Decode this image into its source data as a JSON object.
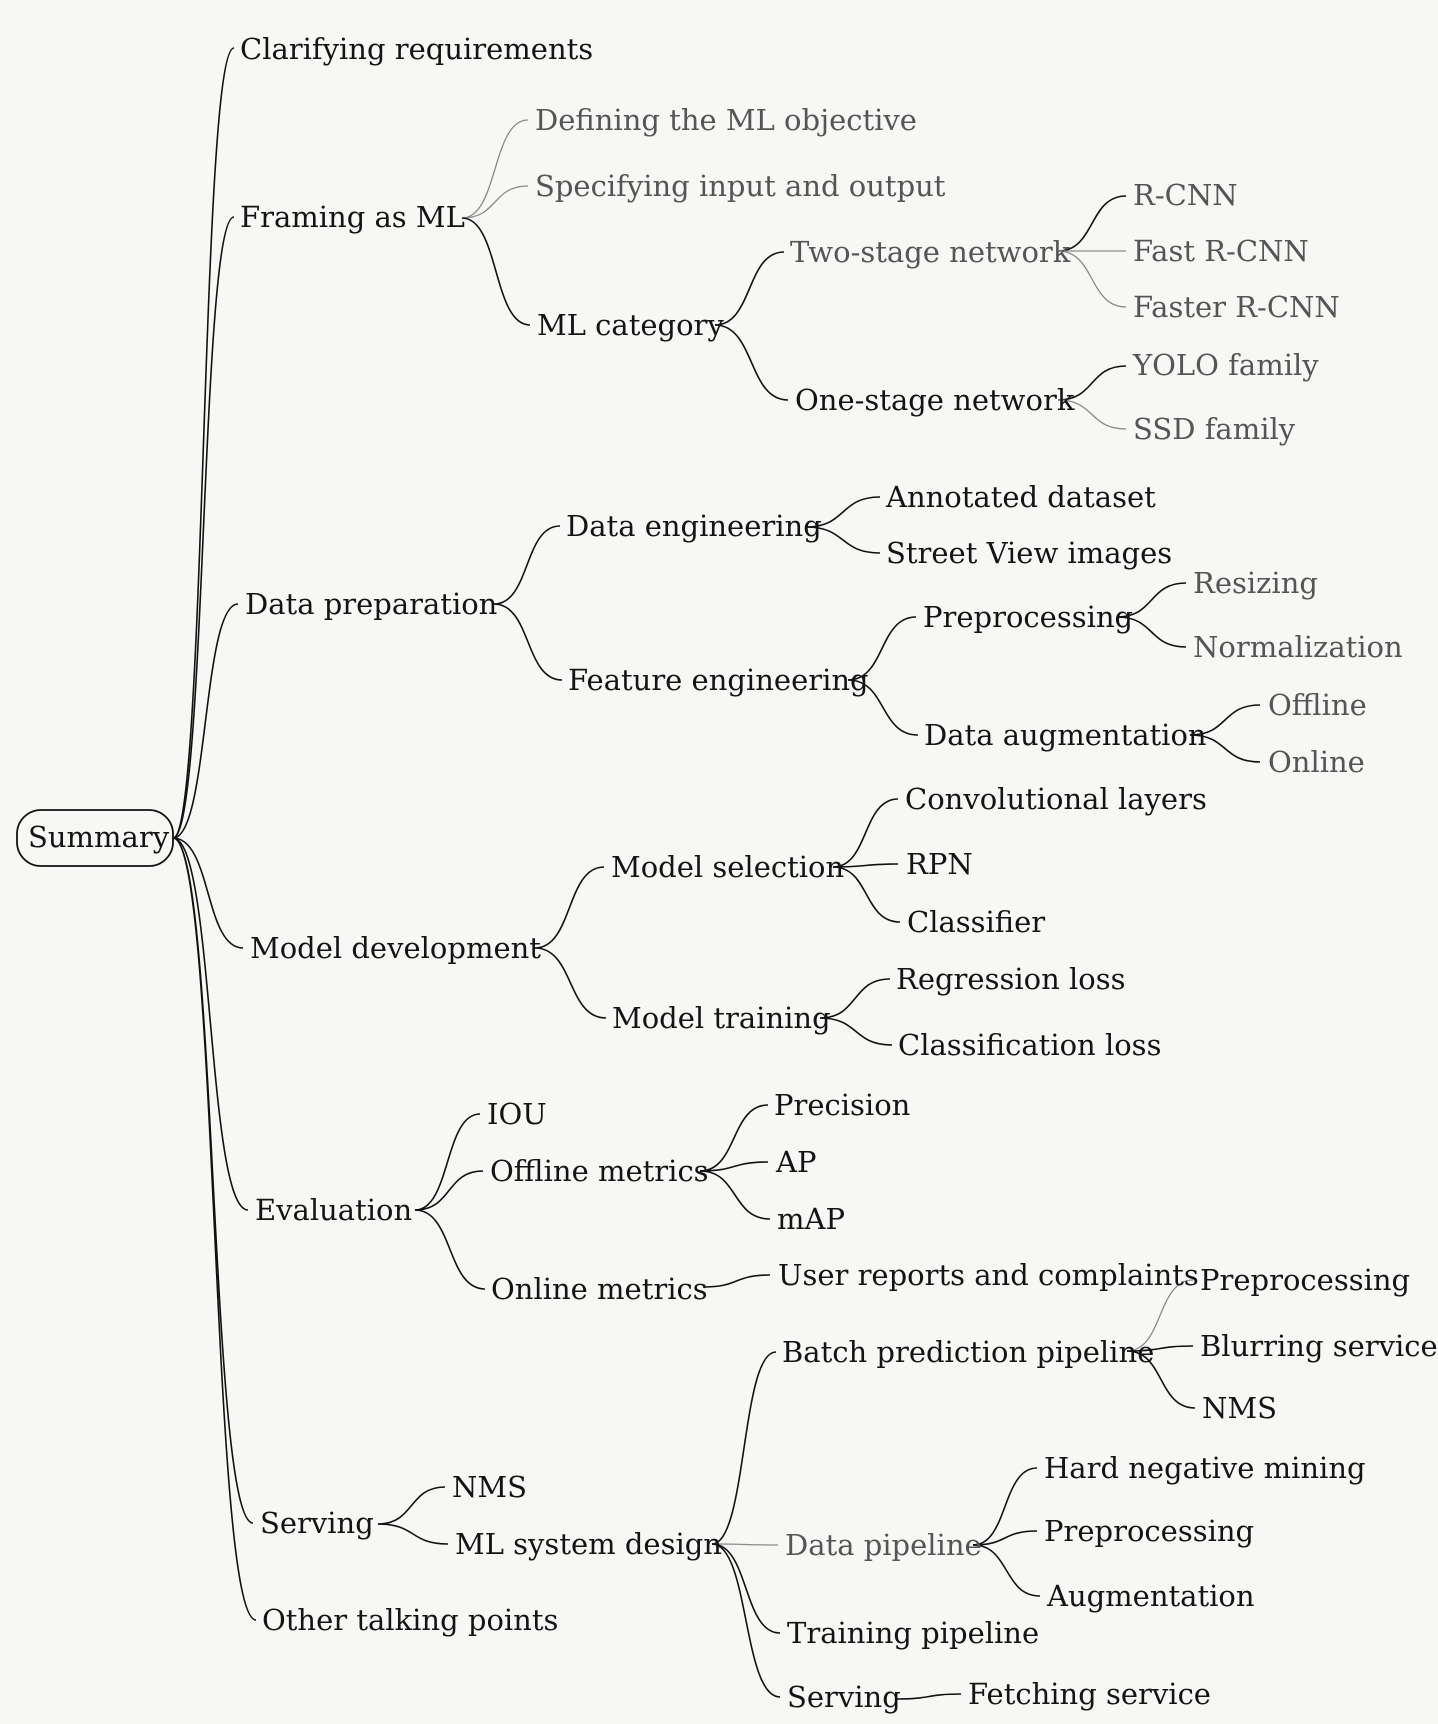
{
  "root": {
    "label": "Summary"
  },
  "branches": [
    {
      "label": "Clarifying requirements"
    },
    {
      "label": "Framing as ML",
      "children": [
        {
          "label": "Defining the ML objective"
        },
        {
          "label": "Specifying input and output"
        },
        {
          "label": "ML category",
          "children": [
            {
              "label": "Two-stage network",
              "children": [
                {
                  "label": "R-CNN"
                },
                {
                  "label": "Fast R-CNN"
                },
                {
                  "label": "Faster R-CNN"
                }
              ]
            },
            {
              "label": "One-stage network",
              "children": [
                {
                  "label": "YOLO family"
                },
                {
                  "label": "SSD family"
                }
              ]
            }
          ]
        }
      ]
    },
    {
      "label": "Data preparation",
      "children": [
        {
          "label": "Data engineering",
          "children": [
            {
              "label": "Annotated dataset"
            },
            {
              "label": "Street View images"
            }
          ]
        },
        {
          "label": "Feature engineering",
          "children": [
            {
              "label": "Preprocessing",
              "children": [
                {
                  "label": "Resizing"
                },
                {
                  "label": "Normalization"
                }
              ]
            },
            {
              "label": "Data augmentation",
              "children": [
                {
                  "label": "Offline"
                },
                {
                  "label": "Online"
                }
              ]
            }
          ]
        }
      ]
    },
    {
      "label": "Model development",
      "children": [
        {
          "label": "Model selection",
          "children": [
            {
              "label": "Convolutional layers"
            },
            {
              "label": "RPN"
            },
            {
              "label": "Classifier"
            }
          ]
        },
        {
          "label": "Model training",
          "children": [
            {
              "label": "Regression loss"
            },
            {
              "label": "Classification loss"
            }
          ]
        }
      ]
    },
    {
      "label": "Evaluation",
      "children": [
        {
          "label": "IOU"
        },
        {
          "label": "Offline metrics",
          "children": [
            {
              "label": "Precision"
            },
            {
              "label": "AP"
            },
            {
              "label": "mAP"
            }
          ]
        },
        {
          "label": "Online metrics",
          "children": [
            {
              "label": "User reports and complaints"
            }
          ]
        }
      ]
    },
    {
      "label": "Serving",
      "children": [
        {
          "label": "NMS"
        },
        {
          "label": "ML system design",
          "children": [
            {
              "label": "Batch prediction pipeline",
              "children": [
                {
                  "label": "Preprocessing"
                },
                {
                  "label": "Blurring service"
                },
                {
                  "label": "NMS"
                }
              ]
            },
            {
              "label": "Data pipeline",
              "children": [
                {
                  "label": "Hard negative mining"
                },
                {
                  "label": "Preprocessing"
                },
                {
                  "label": "Augmentation"
                }
              ]
            },
            {
              "label": "Training pipeline"
            },
            {
              "label": "Serving",
              "children": [
                {
                  "label": "Fetching service"
                }
              ]
            }
          ]
        }
      ]
    },
    {
      "label": "Other talking points"
    }
  ]
}
